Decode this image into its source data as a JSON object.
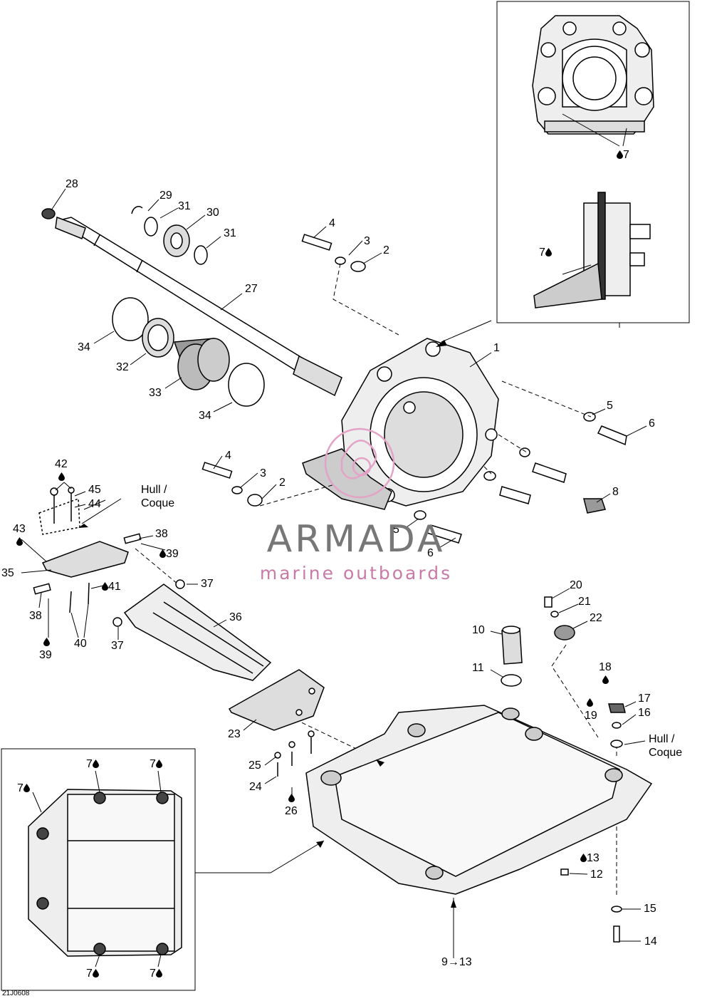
{
  "diagram_code": "21J0608",
  "watermark": {
    "title": "ARMADA",
    "subtitle": "marine outboards"
  },
  "callouts": {
    "c1": "1",
    "c2a": "2",
    "c2b": "2",
    "c3a": "3",
    "c3b": "3",
    "c4a": "4",
    "c4b": "4",
    "c5a": "5",
    "c5b": "5",
    "c6a": "6",
    "c6b": "6",
    "c7_inset_top": "7",
    "c7_inset_side": "7",
    "c7_a": "7",
    "c7_b": "7",
    "c7_c": "7",
    "c7_d": "7",
    "c7_e": "7",
    "c8": "8",
    "c9_13": "9→13",
    "c10": "10",
    "c11": "11",
    "c12": "12",
    "c13": "13",
    "c14": "14",
    "c15": "15",
    "c16": "16",
    "c17": "17",
    "c18": "18",
    "c19": "19",
    "c20": "20",
    "c21": "21",
    "c22": "22",
    "c23": "23",
    "c24": "24",
    "c25": "25",
    "c26": "26",
    "c27": "27",
    "c28": "28",
    "c29": "29",
    "c30": "30",
    "c31a": "31",
    "c31b": "31",
    "c32": "32",
    "c33": "33",
    "c34a": "34",
    "c34b": "34",
    "c35": "35",
    "c36": "36",
    "c37a": "37",
    "c37b": "37",
    "c38a": "38",
    "c38b": "38",
    "c39a": "39",
    "c39b": "39",
    "c40": "40",
    "c41": "41",
    "c42": "42",
    "c43": "43",
    "c44": "44",
    "c45": "45"
  },
  "hull_labels": {
    "hull_coque_top": [
      "Hull /",
      "Coque"
    ],
    "hull_coque_right": [
      "Hull /",
      "Coque"
    ]
  }
}
